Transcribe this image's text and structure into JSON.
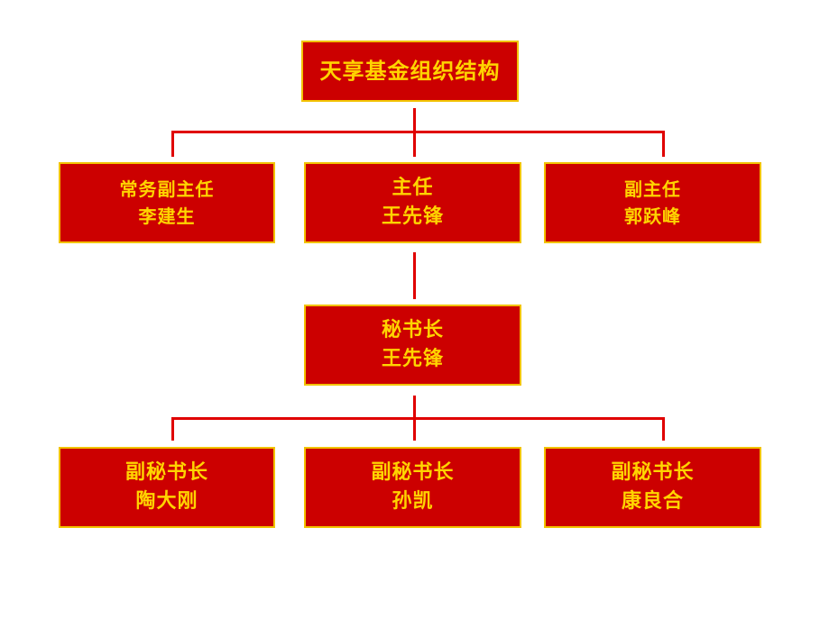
{
  "title": "天享基金组织结构",
  "level1": [
    {
      "role": "常务副主任",
      "name": "李建生"
    },
    {
      "role": "主任",
      "name": "王先锋"
    },
    {
      "role": "副主任",
      "name": "郭跃峰"
    }
  ],
  "secretary": {
    "role": "秘书长",
    "name": "王先锋"
  },
  "deputies": [
    {
      "role": "副秘书长",
      "name": "陶大刚"
    },
    {
      "role": "副秘书长",
      "name": "孙凯"
    },
    {
      "role": "副秘书长",
      "name": "康良合"
    }
  ],
  "colors": {
    "box_fill": "#cc0000",
    "box_border": "#f2c200",
    "text": "#ffd400",
    "connector": "#e00000"
  }
}
